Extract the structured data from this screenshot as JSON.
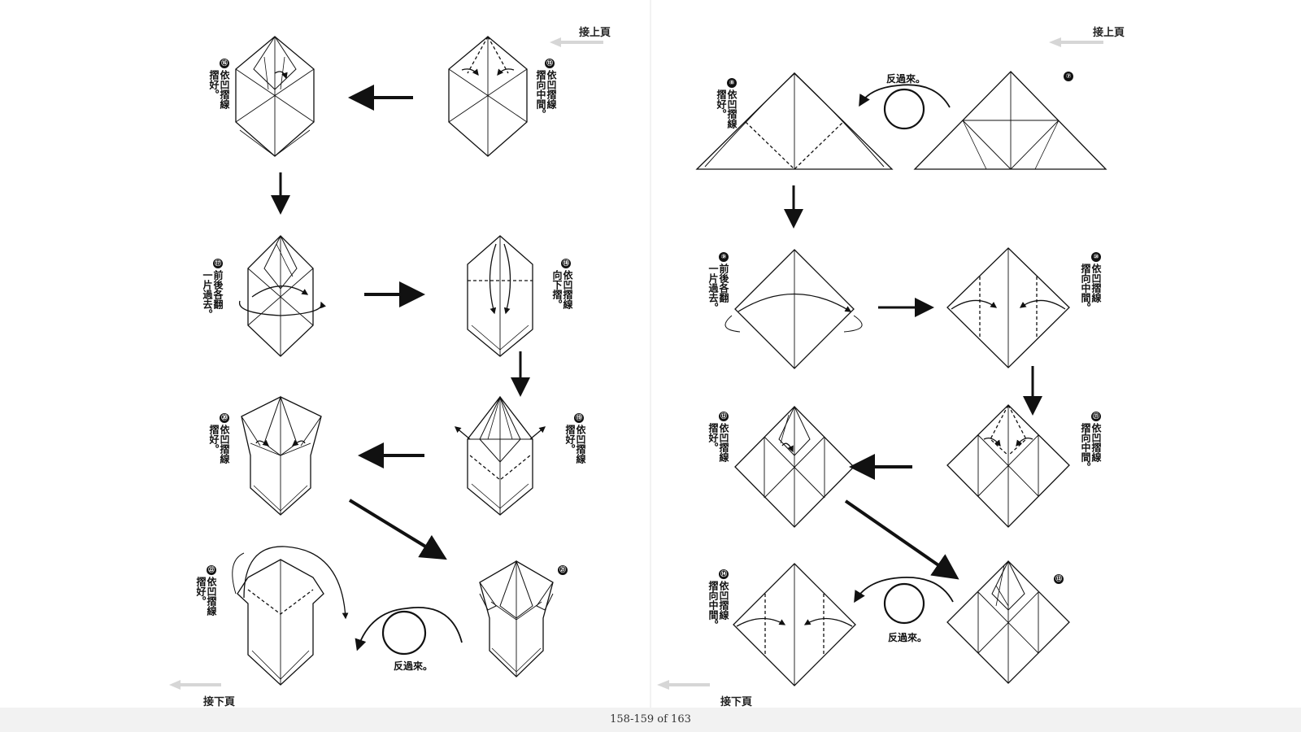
{
  "left_page": {
    "nav_prev": "接上頁",
    "nav_next": "接下頁",
    "steps": [
      {
        "num": "⑮",
        "caption": "依凹摺線\n摺向中間。"
      },
      {
        "num": "⑯",
        "caption": "依凹摺線\n摺好。"
      },
      {
        "num": "⑰",
        "caption": "前後各翻\n一片過去。"
      },
      {
        "num": "⑱",
        "caption": "依凹摺線\n向下摺。"
      },
      {
        "num": "⑲",
        "caption": "依凹摺線\n摺好。"
      },
      {
        "num": "⑳",
        "caption": "依凹摺線\n摺好。"
      },
      {
        "num": "㉑",
        "caption": ""
      },
      {
        "num": "㉒",
        "caption": "依凹摺線\n摺好。"
      }
    ],
    "flip_label": "反過來。"
  },
  "right_page": {
    "nav_prev": "接上頁",
    "nav_next": "接下頁",
    "steps": [
      {
        "num": "⑦",
        "caption": ""
      },
      {
        "num": "⑧",
        "caption": "依凹摺線\n摺好。"
      },
      {
        "num": "⑨",
        "caption": "前後各翻\n一片過去。"
      },
      {
        "num": "⑩",
        "caption": "依凹摺線\n摺向中間。"
      },
      {
        "num": "⑪",
        "caption": "依凹摺線\n摺向中間。"
      },
      {
        "num": "⑫",
        "caption": "依凹摺線\n摺好。"
      },
      {
        "num": "⑬",
        "caption": ""
      },
      {
        "num": "⑭",
        "caption": "依凹摺線\n摺向中間。"
      }
    ],
    "flip_label_top": "反過來。",
    "flip_label_bottom": "反過來。"
  },
  "page_indicator": "158-159 of 163",
  "colors": {
    "line": "#111111",
    "nav_arrow": "#d6d6d6",
    "background": "#ffffff"
  }
}
